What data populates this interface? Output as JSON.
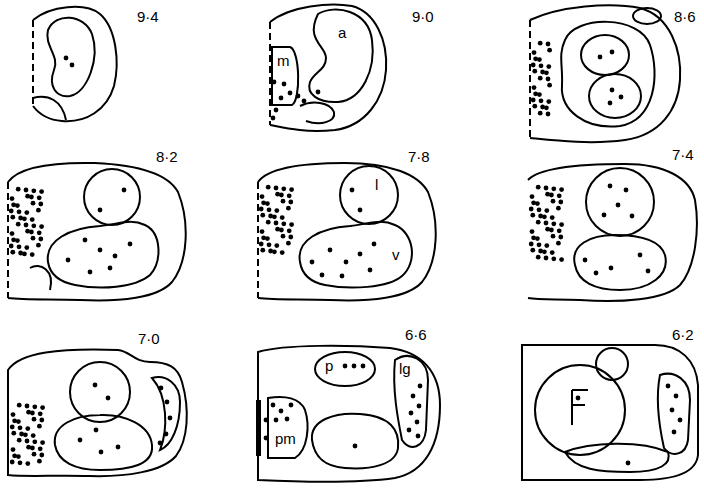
{
  "diagram": {
    "nodes": [
      {
        "text": [
          "9·4"
        ]
      },
      {
        "text": [
          "9·0"
        ]
      },
      {
        "text": [
          "m"
        ],
        "in": 1
      },
      {
        "text": [
          "a"
        ],
        "in": 1
      },
      {
        "text": [
          "8·6"
        ]
      },
      {
        "text": [
          "8·2"
        ]
      },
      {
        "text": [
          "7·8"
        ]
      },
      {
        "text": [
          "l"
        ],
        "in": 6
      },
      {
        "text": [
          "v"
        ],
        "in": 6
      },
      {
        "text": [
          "7·4"
        ]
      },
      {
        "text": [
          "7·0"
        ]
      },
      {
        "text": [
          "6·6"
        ]
      },
      {
        "text": [
          "p"
        ],
        "in": 11
      },
      {
        "text": [
          "lg"
        ],
        "in": 11
      },
      {
        "text": [
          "pm"
        ],
        "in": 11
      },
      {
        "text": [
          "6·2"
        ]
      }
    ]
  }
}
